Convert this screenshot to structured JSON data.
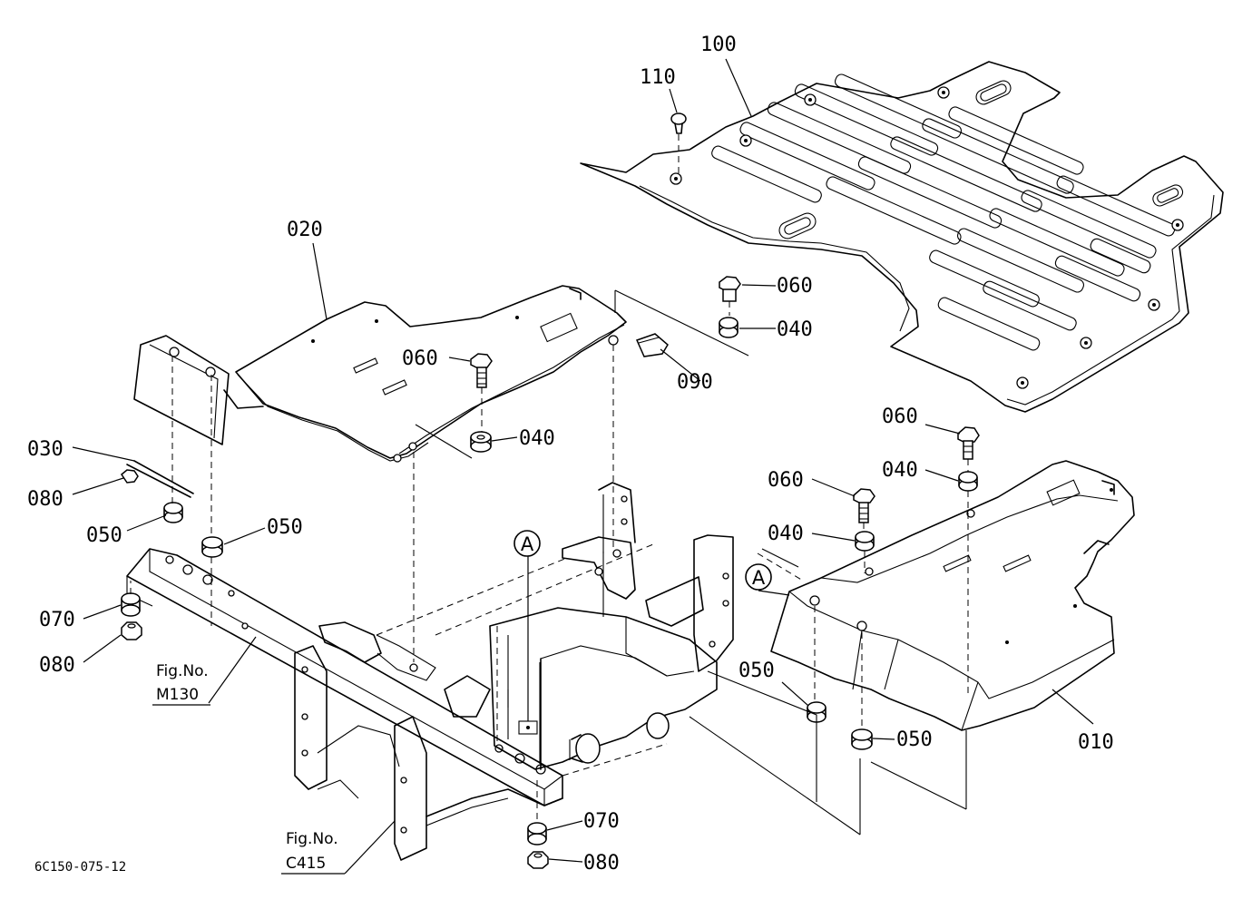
{
  "drawing_code": "6C150-075-12",
  "callouts": {
    "p100": "100",
    "p110": "110",
    "p020": "020",
    "p060a": "060",
    "p040a": "040",
    "p090": "090",
    "p060b": "060",
    "p040b": "040",
    "p030": "030",
    "p080a": "080",
    "p050a": "050",
    "p050b": "050",
    "p070a": "070",
    "p080b": "080",
    "p060c": "060",
    "p040c": "040",
    "p060d": "060",
    "p040d": "040",
    "p050c": "050",
    "p050d": "050",
    "p010": "010",
    "p070b": "070",
    "p080c": "080"
  },
  "refs": {
    "m130_prefix": "Fig.No.",
    "m130_number": "M130",
    "c415_prefix": "Fig.No.",
    "c415_number": "C415"
  },
  "markers": {
    "a1": "A",
    "a2": "A"
  }
}
